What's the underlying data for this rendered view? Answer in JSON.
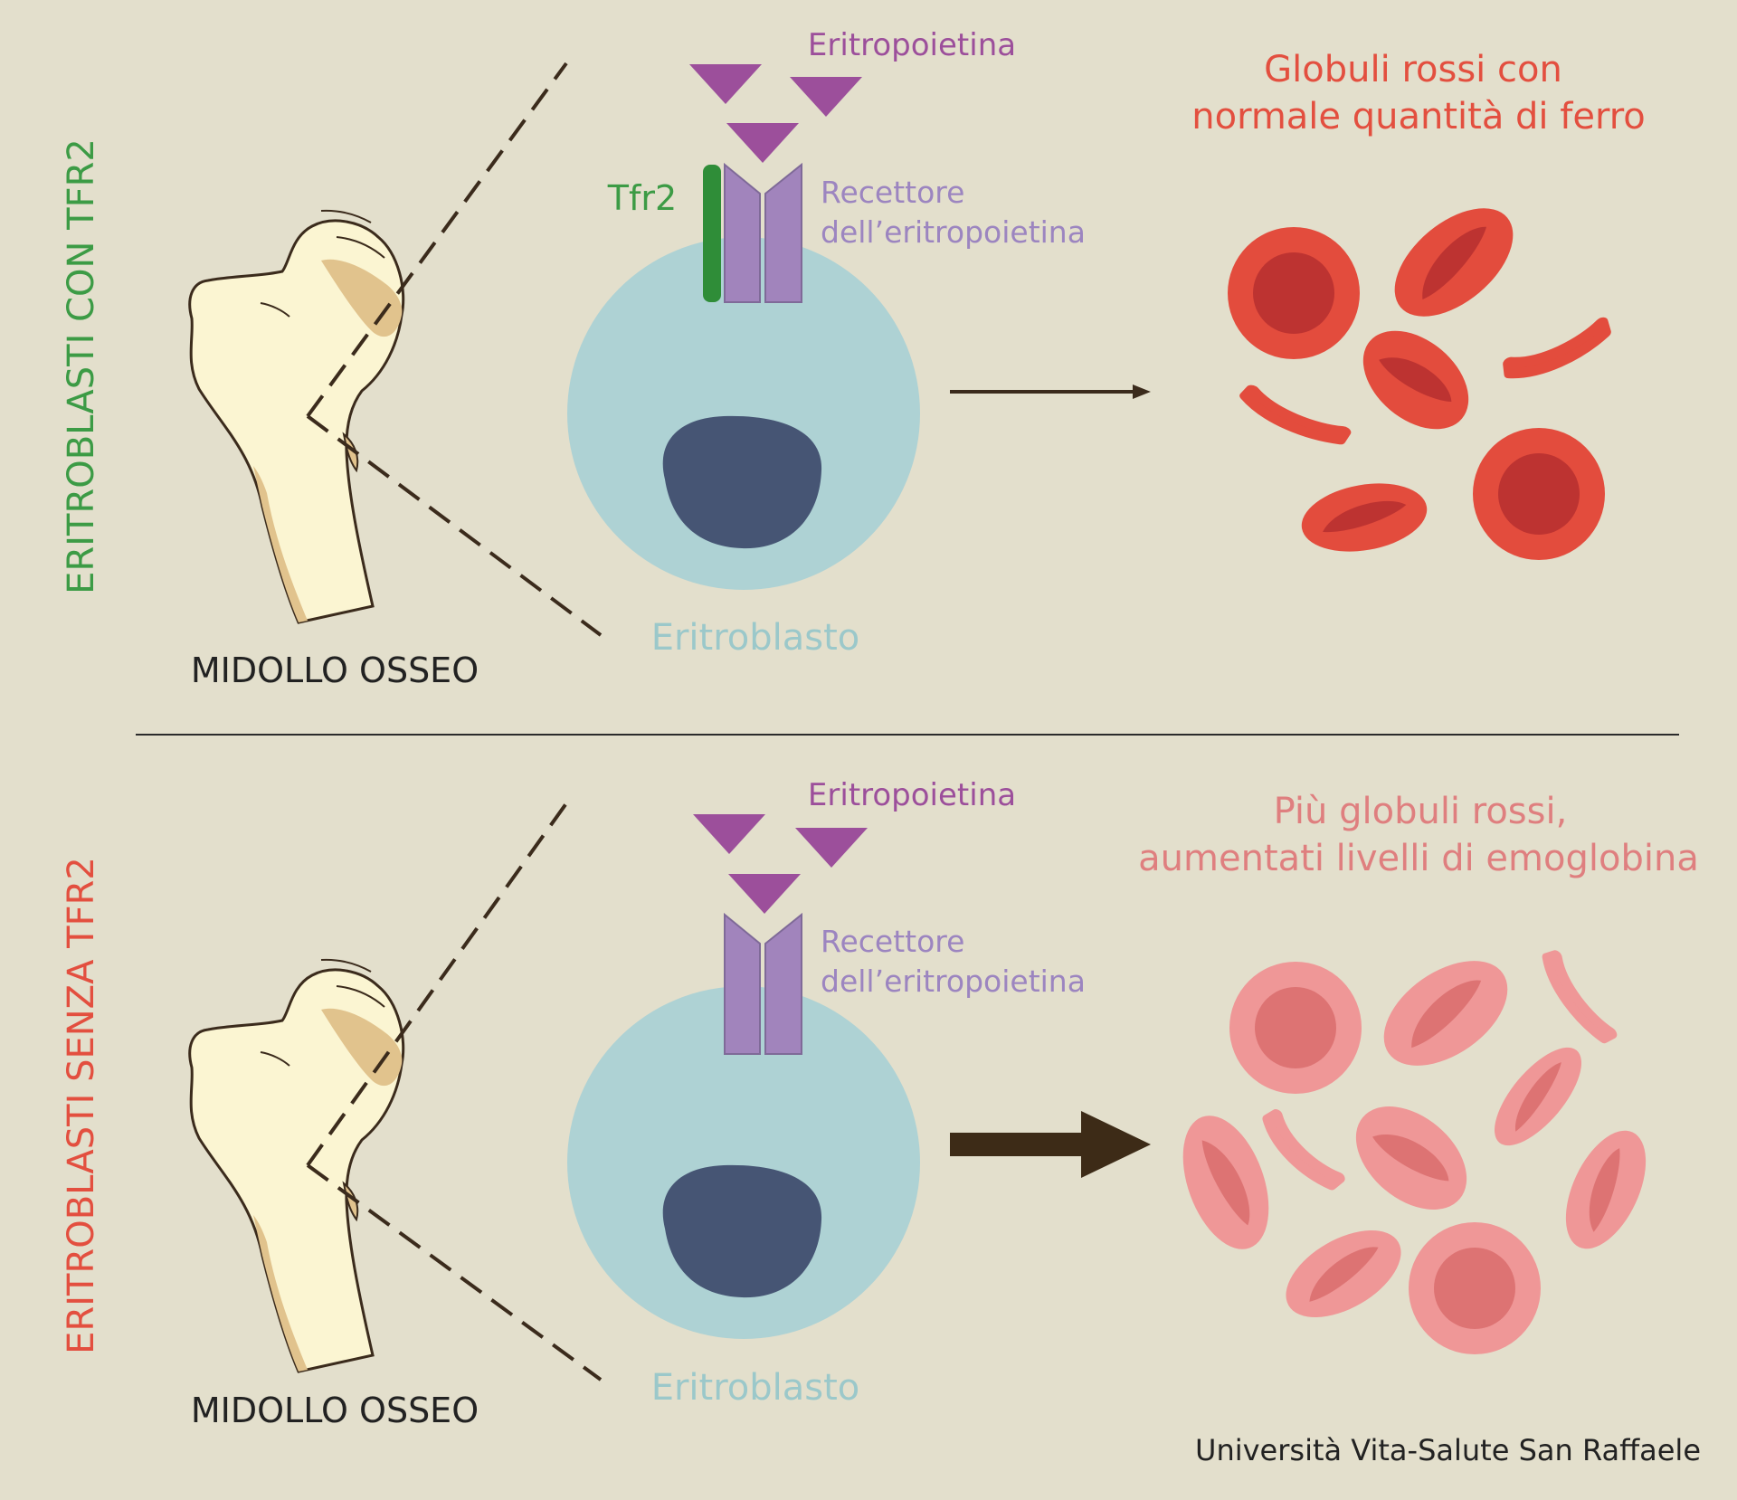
{
  "colors": {
    "background": "#e3dfcc",
    "green_label": "#3c9b45",
    "red_label": "#e34f3f",
    "pink_label": "#df7f7f",
    "epo_purple": "#9c4f9b",
    "receptor_purple": "#a184bc",
    "receptor_text": "#9c85c0",
    "tfr2_green": "#2f8d38",
    "cell_blue": "#aed2d4",
    "nucleus": "#465574",
    "bone": "#fbf5d2",
    "bone_shadow": "#e1c38d",
    "outline": "#3b2b1c",
    "rbc_red": "#e34c3d",
    "rbc_red_center": "#bd3331",
    "rbc_pink": "#ef9797",
    "rbc_pink_center": "#dd7373",
    "cell_text": "#9bc8ca"
  },
  "top": {
    "side_label": "ERITROBLASTI CON TFR2",
    "bone_label": "MIDOLLO OSSEO",
    "epo_label": "Eritropoietina",
    "tfr2_label": "Tfr2",
    "receptor_label_line1": "Recettore",
    "receptor_label_line2": "dell’eritropoietina",
    "cell_label": "Eritroblasto",
    "result_line1": "Globuli rossi con",
    "result_line2": "normale quantità di ferro"
  },
  "bottom": {
    "side_label": "ERITROBLASTI SENZA TFR2",
    "bone_label": "MIDOLLO OSSEO",
    "epo_label": "Eritropoietina",
    "receptor_label_line1": "Recettore",
    "receptor_label_line2": "dell’eritropoietina",
    "cell_label": "Eritroblasto",
    "result_line1": "Più globuli rossi,",
    "result_line2": "aumentati livelli di emoglobina"
  },
  "credit": "Università Vita-Salute San Raffaele"
}
